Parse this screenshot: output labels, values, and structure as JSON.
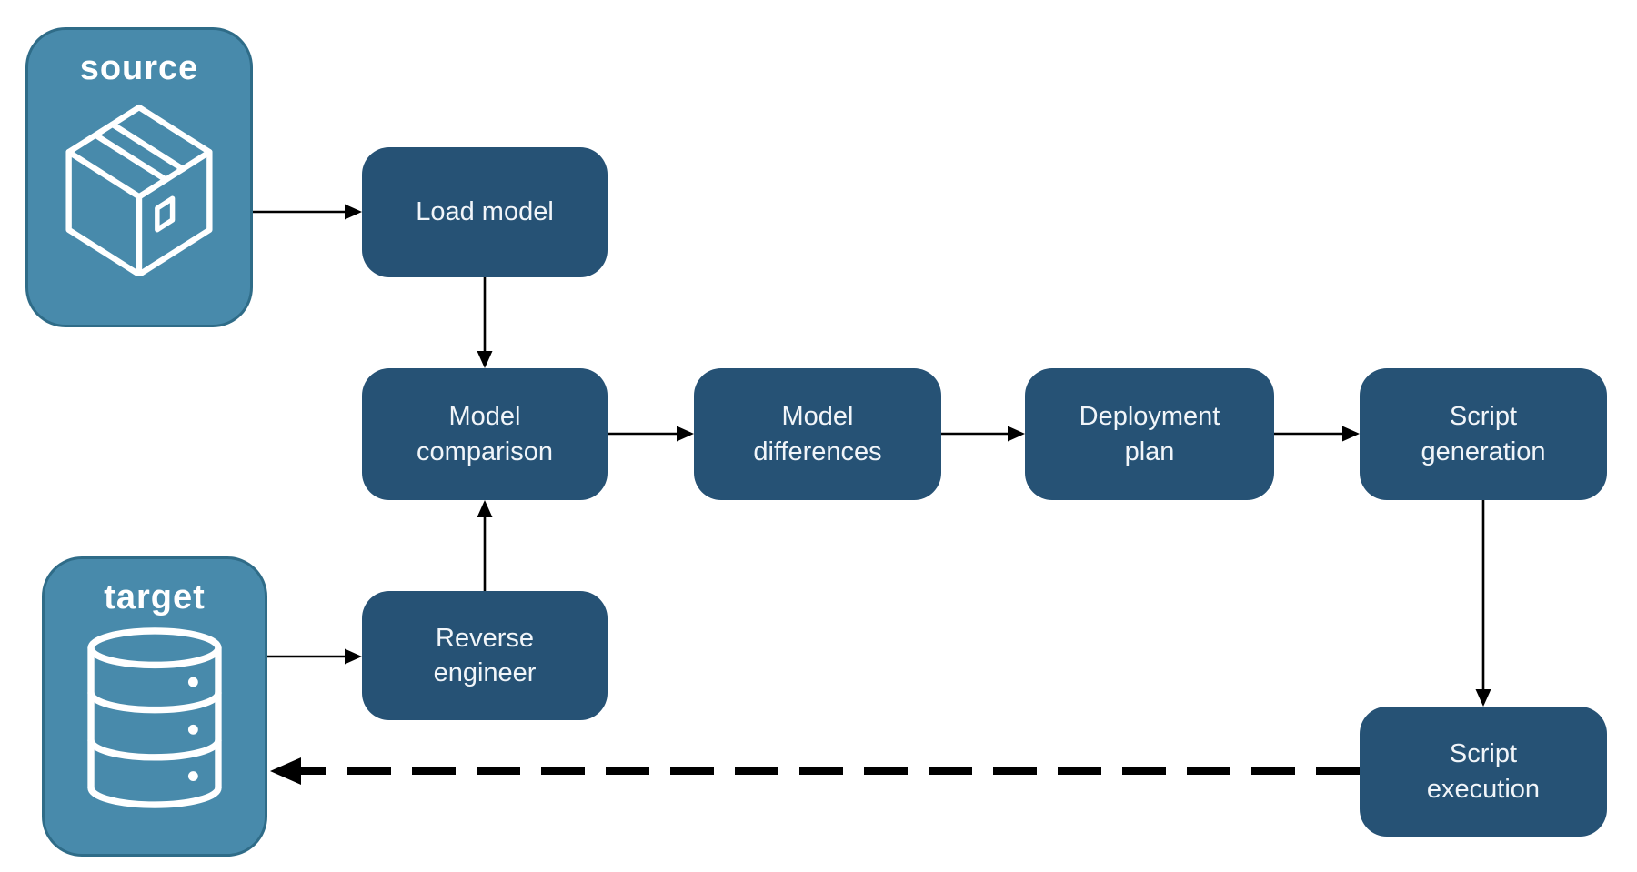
{
  "diagram": {
    "type": "flowchart",
    "background": "#ffffff",
    "colors": {
      "entity_fill": "#488AAB",
      "entity_border": "#2F6C88",
      "node_fill": "#265275",
      "node_text": "#F1F5F9",
      "entity_text": "#FFFFFF",
      "arrow": "#000000"
    },
    "entities": {
      "source": {
        "label": "source",
        "icon": "package-icon"
      },
      "target": {
        "label": "target",
        "icon": "database-icon"
      }
    },
    "nodes": {
      "load_model": {
        "label": "Load model"
      },
      "model_comparison": {
        "label": "Model comparison"
      },
      "model_differences": {
        "label": "Model differences"
      },
      "deployment_plan": {
        "label": "Deployment plan"
      },
      "script_generation": {
        "label": "Script generation"
      },
      "reverse_engineer": {
        "label": "Reverse engineer"
      },
      "script_execution": {
        "label": "Script execution"
      }
    },
    "edges": [
      {
        "from": "source",
        "to": "load_model",
        "style": "solid"
      },
      {
        "from": "load_model",
        "to": "model_comparison",
        "style": "solid"
      },
      {
        "from": "model_comparison",
        "to": "model_differences",
        "style": "solid"
      },
      {
        "from": "model_differences",
        "to": "deployment_plan",
        "style": "solid"
      },
      {
        "from": "deployment_plan",
        "to": "script_generation",
        "style": "solid"
      },
      {
        "from": "script_generation",
        "to": "script_execution",
        "style": "solid"
      },
      {
        "from": "target",
        "to": "reverse_engineer",
        "style": "solid"
      },
      {
        "from": "reverse_engineer",
        "to": "model_comparison",
        "style": "solid"
      },
      {
        "from": "script_execution",
        "to": "target",
        "style": "dashed"
      }
    ]
  }
}
